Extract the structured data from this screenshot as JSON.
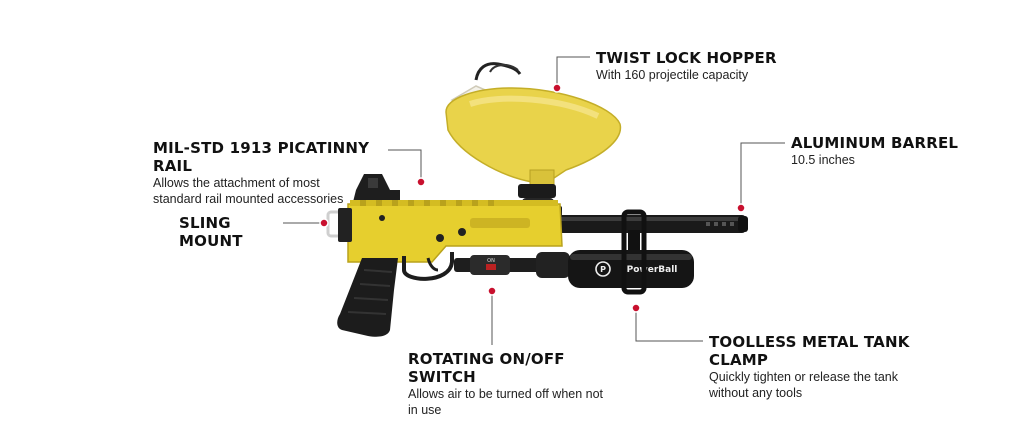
{
  "callouts": {
    "hopper": {
      "title": "TWIST LOCK HOPPER",
      "desc": "With 160 projectile capacity"
    },
    "rail": {
      "title": "MIL-STD 1913 PICATINNY RAIL",
      "desc_line1": "Allows the attachment of most",
      "desc_line2": "standard rail mounted accessories"
    },
    "sling": {
      "title": "SLING MOUNT"
    },
    "barrel": {
      "title": "ALUMINUM BARREL",
      "desc": "10.5 inches"
    },
    "switch": {
      "title": "ROTATING ON/OFF SWITCH",
      "desc_line1": "Allows air to be turned off when not",
      "desc_line2": "in use"
    },
    "clamp": {
      "title": "TOOLLESS METAL TANK CLAMP",
      "desc_line1": "Quickly tighten or release the tank",
      "desc_line2": "without any tools"
    }
  },
  "product": {
    "tank_brand": "PowerBall",
    "switch_marking": "ON"
  },
  "colors": {
    "marker": "#c8102e",
    "leader": "#555555",
    "body": "#e6cf2e",
    "hopper": "#e9d34a",
    "grip": "#1c1c1c",
    "barrel": "#1a1a1a"
  }
}
